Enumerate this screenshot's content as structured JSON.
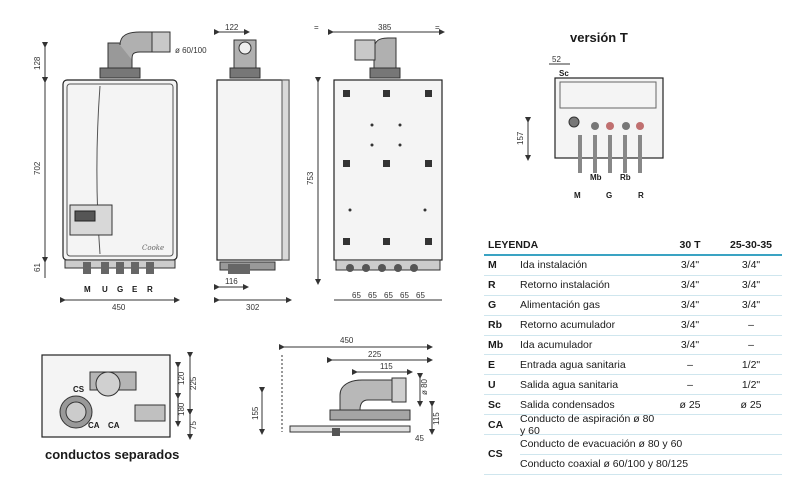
{
  "labels": {
    "version_t": "versión T",
    "conductos": "conductos separados"
  },
  "dims": {
    "d122": "122",
    "d385": "385",
    "eq": "=",
    "d60_100": "ø 60/100",
    "d128": "128",
    "d702": "702",
    "d61": "61",
    "d753": "753",
    "d450": "450",
    "d116": "116",
    "d302": "302",
    "d65": "65",
    "d52": "52",
    "d157": "157",
    "d120": "120",
    "d225": "225",
    "d180": "180",
    "d75": "75",
    "d115": "115",
    "d155": "155",
    "d80": "ø 80",
    "d45": "45"
  },
  "bottom_letters": [
    "M",
    "U",
    "G",
    "E",
    "R"
  ],
  "vt_letters": [
    "M",
    "Mb",
    "G",
    "Rb",
    "R"
  ],
  "vt_sc": "Sc",
  "cs": "CS",
  "ca": "CA",
  "legend": {
    "h1": "LEYENDA",
    "h2": "30 T",
    "h3": "25-30-35",
    "rows": [
      {
        "code": "M",
        "desc": "Ida instalación",
        "a": "3/4\"",
        "b": "3/4\""
      },
      {
        "code": "R",
        "desc": "Retorno instalación",
        "a": "3/4\"",
        "b": "3/4\""
      },
      {
        "code": "G",
        "desc": "Alimentación gas",
        "a": "3/4\"",
        "b": "3/4\""
      },
      {
        "code": "Rb",
        "desc": "Retorno acumulador",
        "a": "3/4\"",
        "b": "–"
      },
      {
        "code": "Mb",
        "desc": "Ida acumulador",
        "a": "3/4\"",
        "b": "–"
      },
      {
        "code": "E",
        "desc": "Entrada agua sanitaria",
        "a": "–",
        "b": "1/2\""
      },
      {
        "code": "U",
        "desc": "Salida agua sanitaria",
        "a": "–",
        "b": "1/2\""
      },
      {
        "code": "Sc",
        "desc": "Salida condensados",
        "a": "ø 25",
        "b": "ø 25"
      },
      {
        "code": "CA",
        "desc": "Conducto de aspiración ø 80 y 60",
        "a": "",
        "b": ""
      }
    ],
    "cs_code": "CS",
    "cs_lines": [
      "Conducto de evacuación ø 80 y 60",
      "Conducto coaxial ø 60/100 y 80/125"
    ]
  }
}
